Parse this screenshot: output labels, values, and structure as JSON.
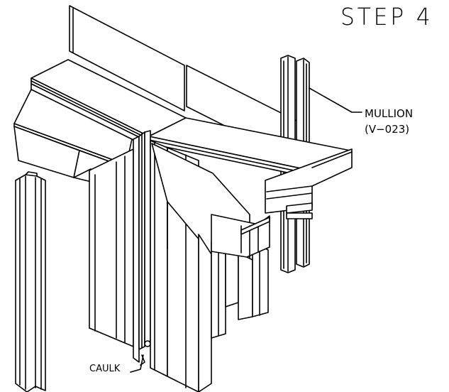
{
  "title": "STEP 4",
  "labels": {
    "mullion_name": "MULLION",
    "mullion_code": "(V−023)",
    "caulk": "CAULK"
  }
}
